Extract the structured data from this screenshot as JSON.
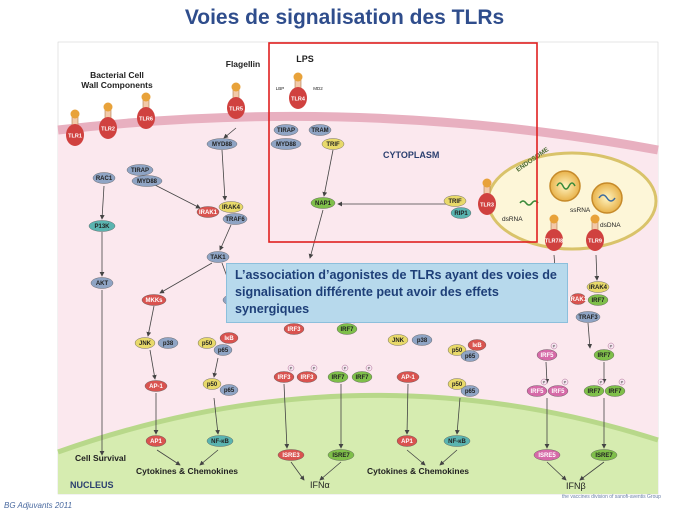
{
  "title": "Voies de signalisation des TLRs",
  "footer": "BG Adjuvants 2011",
  "brand_tagline": "the vaccines division of sanofi-aventis Group",
  "callout": "L’association d’agonistes de TLRs ayant des voies de signalisation différente peut avoir des effets synergiques",
  "regions": {
    "cytoplasm": "CYTOPLASM",
    "nucleus": "NUCLEUS",
    "endosome": "ENDOSOME"
  },
  "ligands": {
    "bacterial": "Bacterial Cell Wall Components",
    "flagellin": "Flagellin",
    "lps": "LPS",
    "ssrna": "ssRNA",
    "dsrna": "dsRNA",
    "dsdna": "dsDNA",
    "lbp": "LBP",
    "md2": "MD2"
  },
  "receptors": {
    "tlr1": "TLR1",
    "tlr2": "TLR2",
    "tlr6": "TLR6",
    "tlr5": "TLR5",
    "tlr4": "TLR4",
    "tlr3": "TLR3",
    "tlr78": "TLR7/8",
    "tlr9": "TLR9"
  },
  "adapters": {
    "tirap1": "TIRAP",
    "myd88_1": "MYD88",
    "rac1": "RAC1",
    "myd88_2": "MYD88",
    "tirap2": "TIRAP",
    "myd88_3": "MYD88",
    "tram": "TRAM",
    "trif1": "TRIF",
    "trif2": "TRIF",
    "rip1": "RIP1",
    "irak1": "IRAK1",
    "irak4": "IRAK4",
    "traf6": "TRAF6",
    "nap1": "NAP1",
    "tak1": "TAK1",
    "p13k": "P13K",
    "akt": "AKT",
    "irak4r": "IRAK4",
    "irak1r": "IRAK1",
    "irf7r": "IRF7",
    "traf3": "TRAF3"
  },
  "kinases": {
    "mkks": "MKKs",
    "ikka": "IKKα",
    "jnk1": "JNK",
    "p38_1": "p38",
    "p50_1": "p50",
    "ikb1": "IκB",
    "p65_1": "p65",
    "ap1_1": "AP-1",
    "p50_2": "p50",
    "p65_2": "p65",
    "irf3_top": "IRF3",
    "irf7_top": "IRF7",
    "irf3_a": "IRF3",
    "irf3_b": "IRF3",
    "irf7_a": "IRF7",
    "irf7_b": "IRF7",
    "jnk2": "JNK",
    "p38_2": "p38",
    "p50_3": "p50",
    "ikb2": "IκB",
    "p65_3": "p65",
    "ap1_2": "AP-1",
    "p50_4": "p50",
    "p65_4": "p65",
    "irf5_a": "IRF5",
    "irf7_c": "IRF7",
    "irf5_b": "IRF5",
    "irf5_c": "IRF5",
    "irf7_d": "IRF7",
    "irf7_e": "IRF7",
    "phos": "P"
  },
  "nuclear": {
    "ap1_a": "AP1",
    "nfkb_a": "NF-κB",
    "isre3": "ISRE3",
    "isre7a": "ISRE7",
    "ap1_b": "AP1",
    "nfkb_b": "NF-κB",
    "isre5": "ISRE5",
    "isre7b": "ISRE7"
  },
  "outputs": {
    "cell_survival": "Cell Survival",
    "cytokines1": "Cytokines & Chemokines",
    "cytokines2": "Cytokines & Chemokines",
    "ifna": "IFNα",
    "ifnb": "IFNβ"
  },
  "colors": {
    "cytoplasm": "#fbe8ee",
    "nucleus": "#d6ecb0",
    "membrane": "#e8b0c0",
    "highlight_box": "#e02020",
    "title": "#2f4d8c",
    "receptor": "#d0413f",
    "adapter": "#8fa4c4"
  }
}
